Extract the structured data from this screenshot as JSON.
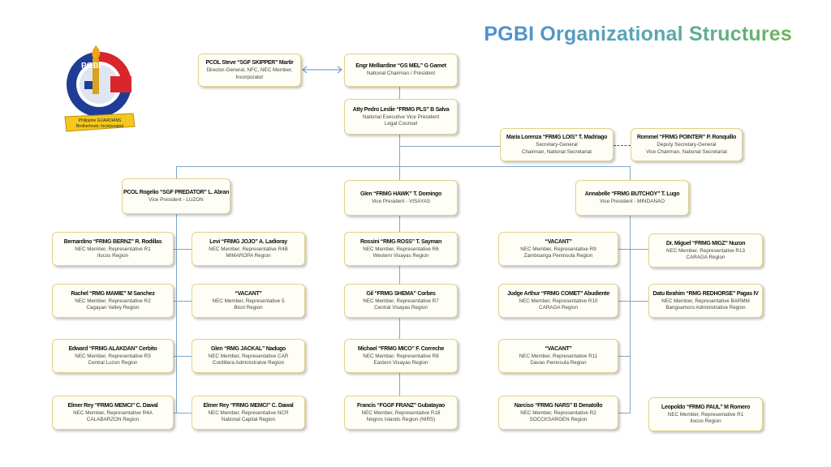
{
  "title": "PGBI Organizational Structures",
  "logo": {
    "text_top": "PGBI",
    "ribbon": "Philippine GUARDIANS Brotherhood, Incorporated"
  },
  "top": {
    "martir": {
      "name": "PCOL Steve “SGF SKIPPER” Martir",
      "lines": [
        "Director-General, NFC, NEC Member,",
        "Incorporator"
      ]
    },
    "gamet": {
      "name": "Engr Melliardine “GS MEL” G Gamet",
      "lines": [
        "National Chairman / President"
      ]
    },
    "salva": {
      "name": "Atty Pedro Leslie “FRMG PLS” B Salva",
      "lines": [
        "National Executive Vice President",
        "Legal Counsel"
      ]
    },
    "madriago": {
      "name": "Maria Lorenza “FRMG LOIS” T. Madriago",
      "lines": [
        "Secretary-General",
        "Chairman, National Secretariat"
      ]
    },
    "ronquillo": {
      "name": "Rommel “FRMG POINTER” P. Ronquillo",
      "lines": [
        "Deputy Secretary-General",
        "Vice Chairman, National Secretariat"
      ]
    }
  },
  "vps": {
    "luzon": {
      "name": "PCOL Rogelio “SGF PREDATOR” L. Abran",
      "lines": [
        "Vice President - LUZON"
      ]
    },
    "visayas": {
      "name": "Glen “FRMG HAWK” T. Domingo",
      "lines": [
        "Vice President - VISAYAS"
      ]
    },
    "mindanao": {
      "name": "Annabelle “FRMG BUTCHOY” T. Lugo",
      "lines": [
        "Vice President - MINDANAO"
      ]
    }
  },
  "luzon_left": [
    {
      "name": "Bernardino “FRMG BERNZ” R. Rodillas",
      "lines": [
        "NEC Member, Representative R1",
        "Ilocos Region"
      ]
    },
    {
      "name": "Rachel “RMG MAMIE” M Sanchez",
      "lines": [
        "NEC Member, Representative R2",
        "Cagayan Valley Region"
      ]
    },
    {
      "name": "Edward “FRMG ALAKDAN” Cerbito",
      "lines": [
        "NEC Member, Representative R3",
        "Central Luzon Region"
      ]
    },
    {
      "name": "Elmer Rey “FRMG MEMCI” C. Dawal",
      "lines": [
        "NEC Member, Representative R4A",
        "CALABARZON Region"
      ]
    }
  ],
  "luzon_right": [
    {
      "name": "Levi “FRMG JOJO” A. Ladioray",
      "lines": [
        "NEC Member, Representative R4B",
        "MIMAROPA Region"
      ]
    },
    {
      "name": "“VACANT”",
      "lines": [
        "NEC Member, Representative 5",
        "Bicol Region"
      ]
    },
    {
      "name": "Glen “RMG JACKAL” Nadugo",
      "lines": [
        "NEC Member, Representative CAR",
        "Cordillera Administratve Region"
      ]
    },
    {
      "name": "Elmer Rey “FRMG MEMCI” C. Dawal",
      "lines": [
        "NEC Member, Representative NCR",
        "National Capital Region"
      ]
    }
  ],
  "visayas": [
    {
      "name": "Rossini “RMG ROSS” T. Sayman",
      "lines": [
        "NEC Member, Representative R6",
        "Western Visayas Region"
      ]
    },
    {
      "name": "Gil “FRMG SHEMA” Corbes",
      "lines": [
        "NEC Member, Representative R7",
        "Central Visayas Region"
      ]
    },
    {
      "name": "Michael “FRMG MICO” F. Correche",
      "lines": [
        "NEC Member, Representative R8",
        "Eastern Visayas Region"
      ]
    },
    {
      "name": "Francis “FGGF FRANZ” Gubatayao",
      "lines": [
        "NEC Member, Representative R18",
        "Negros Islands Region (NIRS)"
      ]
    }
  ],
  "mindanao_left": [
    {
      "name": "“VACANT”",
      "lines": [
        "NEC Member, Representative R9",
        "Zamboanga Peninsula Region"
      ]
    },
    {
      "name": "Judge Arthur “FRMG COMET” Abudiente",
      "lines": [
        "NEC Member, Representative R10",
        "CARAGA Region"
      ]
    },
    {
      "name": "“VACANT”",
      "lines": [
        "NEC Member, Representative R11",
        "Davao Peninsula Region"
      ]
    },
    {
      "name": "Narciso “FRMG NARS” B Denatollo",
      "lines": [
        "NEC Member, Representative R2",
        "SOCCKSARGEN Region"
      ]
    }
  ],
  "mindanao_right": [
    {
      "name": "Dr. Miguel “FRMG MIGZ” Nuzon",
      "lines": [
        "NEC Member, Representative R13",
        "CARAGA Region"
      ]
    },
    {
      "name": "Datu Ibrahim “RMG REDHORSE” Pagas IV",
      "lines": [
        "NEC Member, Representative BARMM",
        "Bangsamoro Administrative Region"
      ]
    },
    {
      "name": "Leopoldo “FRMG PAUL” M Romero",
      "lines": [
        "NEC Member, Representative R1",
        "Ilocos Region"
      ]
    }
  ]
}
